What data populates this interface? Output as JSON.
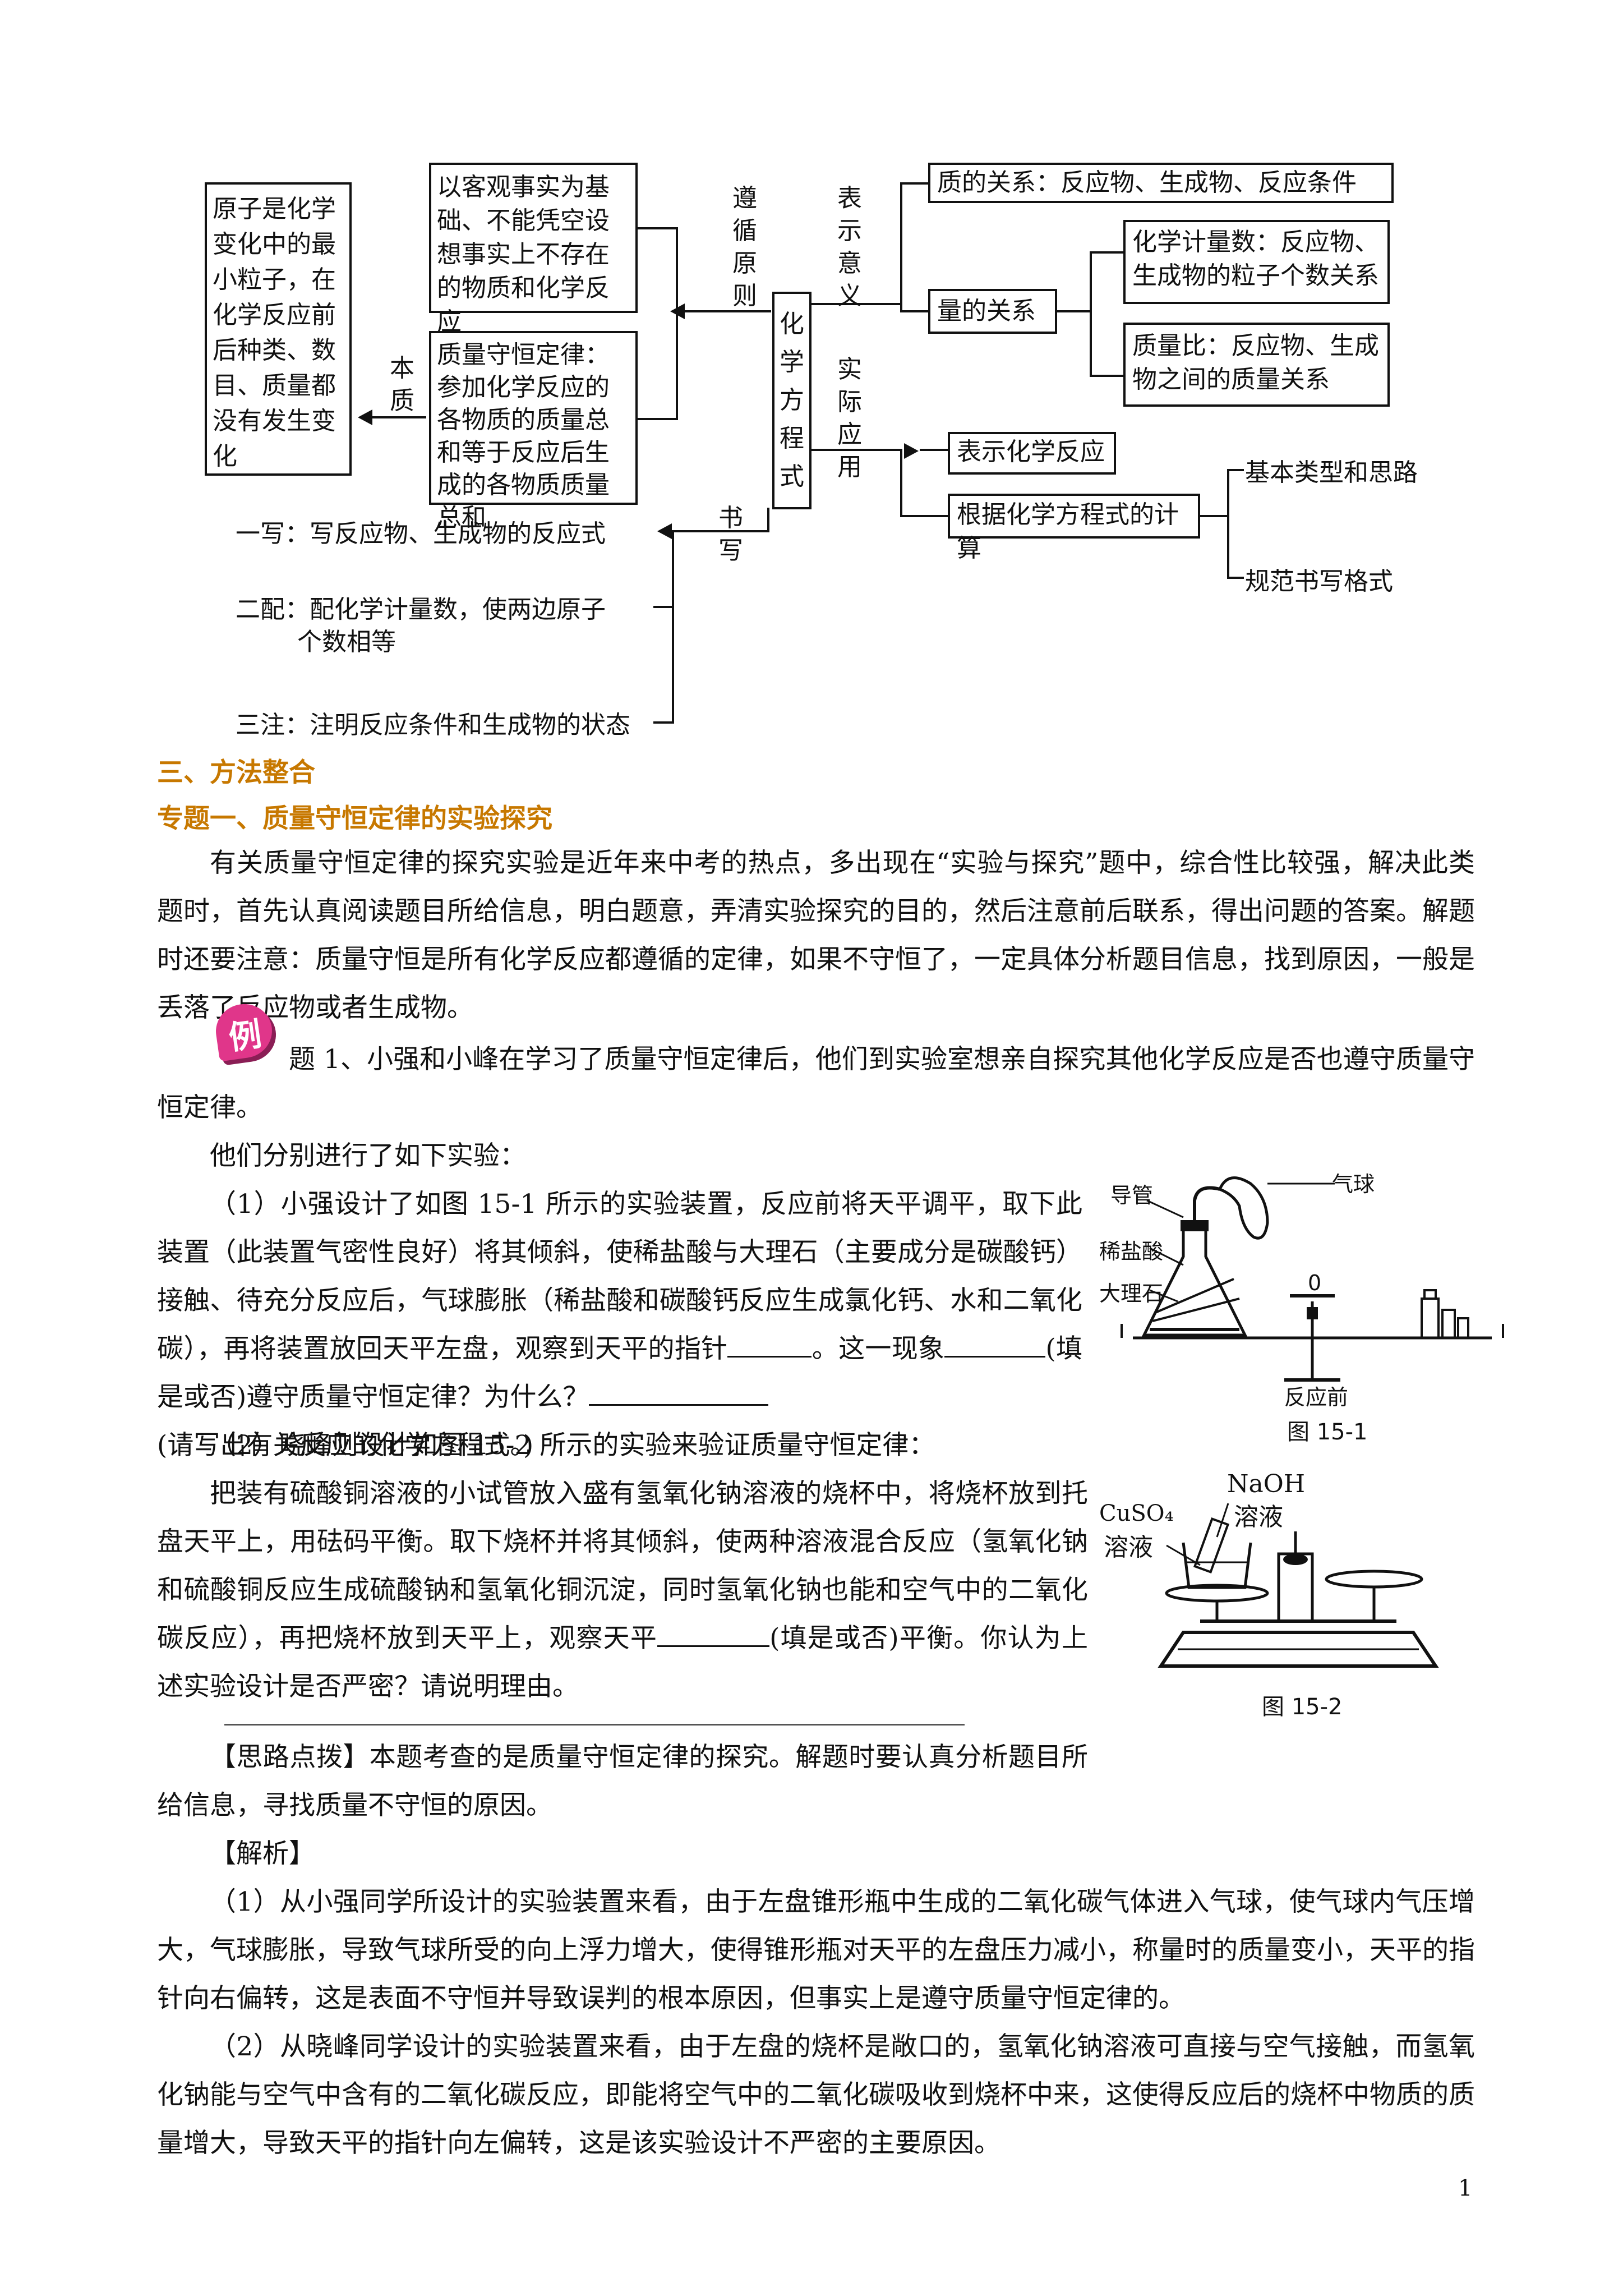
{
  "diagram": {
    "atom_box": "原子是化学变化中的最小粒子，在化学反应前后种类、数目、质量都没有发生变化",
    "fact_box": "以客观事实为基础、不能凭空设想事实上不存在的物质和化学反应",
    "law_box": "质量守恒定律：参加化学反应的各物质的质量总和等于反应后生成的各物质质量总和",
    "center": "化学方程式",
    "label_zunxun": "遵循原则",
    "label_benzhi": "本质",
    "label_biaoshi": "表示意义",
    "label_shiji": "实际应用",
    "label_shuxie": "书写",
    "mass_rel": "质的关系：反应物、生成物、反应条件",
    "quant_rel": "量的关系",
    "coef": "化学计量数：反应物、生成物的粒子个数关系",
    "mass_ratio": "质量比：反应物、生成物之间的质量关系",
    "app1": "表示化学反应",
    "app2": "根据化学方程式的计算",
    "calc1": "基本类型和思路",
    "calc2": "规范书写格式",
    "write1": "一写：写反应物、生成物的反应式",
    "write2a": "二配：配化学计量数，使两边原子",
    "write2b": "个数相等",
    "write3": "三注：注明反应条件和生成物的状态"
  },
  "section_heading": "三、方法整合",
  "topic_heading": "专题一、质量守恒定律的实验探究",
  "intro": "有关质量守恒定律的探究实验是近年来中考的热点，多出现在“实验与探究”题中，综合性比较强，解决此类题时，首先认真阅读题目所给信息，明白题意，弄清实验探究的目的，然后注意前后联系，得出问题的答案。解题时还要注意：质量守恒是所有化学反应都遵循的定律，如果不守恒了，一定具体分析题目信息，找到原因，一般是丢落了反应物或者生成物。",
  "example_badge": "例",
  "question1": "题 1、小强和小峰在学习了质量守恒定律后，他们到实验室想亲自探究其他化学反应是否也遵守质量守恒定律。",
  "intro2": "他们分别进行了如下实验：",
  "part1_a": "（1）小强设计了如图 15-1 所示的实验装置，反应前将天平调平，取下此装置（此装置气密性良好）将其倾斜，使稀盐酸与大理石（主要成分是碳酸钙）接触、待充分反应后，气球膨胀（稀盐酸和碳酸钙反应生成氯化钙、水和二氧化碳），再将装置放回天平左盘，观察到天平的指针",
  "part1_b": "。这一现象",
  "part1_c": "(填是或否)遵守质量守恒定律？为什么？",
  "part1_d": "(请写出有关反应的化学方程式。)",
  "part2_a": "（2）晓峰则设计如图 15-2 所示的实验来验证质量守恒定律：",
  "part2_b": "把装有硫酸铜溶液的小试管放入盛有氢氧化钠溶液的烧杯中，将烧杯放到托盘天平上，用砝码平衡。取下烧杯并将其倾斜，使两种溶液混合反应（氢氧化钠和硫酸铜反应生成硫酸钠和氢氧化铜沉淀，同时氢氧化钠也能和空气中的二氧化碳反应），再把烧杯放到天平上，观察天平",
  "part2_c": "(填是或否)平衡。你认为上述实验设计是否严密？请说明理由。",
  "hint": "【思路点拨】本题考查的是质量守恒定律的探究。解题时要认真分析题目所给信息，寻找质量不守恒的原因。",
  "analysis_label": "【解析】",
  "analysis1": "（1）从小强同学所设计的实验装置来看，由于左盘锥形瓶中生成的二氧化碳气体进入气球，使气球内气压增大，气球膨胀，导致气球所受的向上浮力增大，使得锥形瓶对天平的左盘压力减小，称量时的质量变小，天平的指针向右偏转，这是表面不守恒并导致误判的根本原因，但事实上是遵守质量守恒定律的。",
  "analysis2": "（2）从晓峰同学设计的实验装置来看，由于左盘的烧杯是敞口的，氢氧化钠溶液可直接与空气接触，而氢氧化钠能与空气中含有的二氧化碳反应，即能将空气中的二氧化碳吸收到烧杯中来，这使得反应后的烧杯中物质的质量增大，导致天平的指针向左偏转，这是该实验设计不严密的主要原因。",
  "fig1": {
    "label_tube": "导管",
    "label_balloon": "气球",
    "label_acid": "稀盐酸",
    "label_marble": "大理石",
    "label_zero": "0",
    "label_before": "反应前",
    "caption": "图 15-1"
  },
  "fig2": {
    "label_naoh": "NaOH",
    "label_naoh2": "溶液",
    "label_cuso4": "CuSO₄",
    "label_cuso42": "溶液",
    "caption": "图 15-2"
  },
  "page_number": "1"
}
